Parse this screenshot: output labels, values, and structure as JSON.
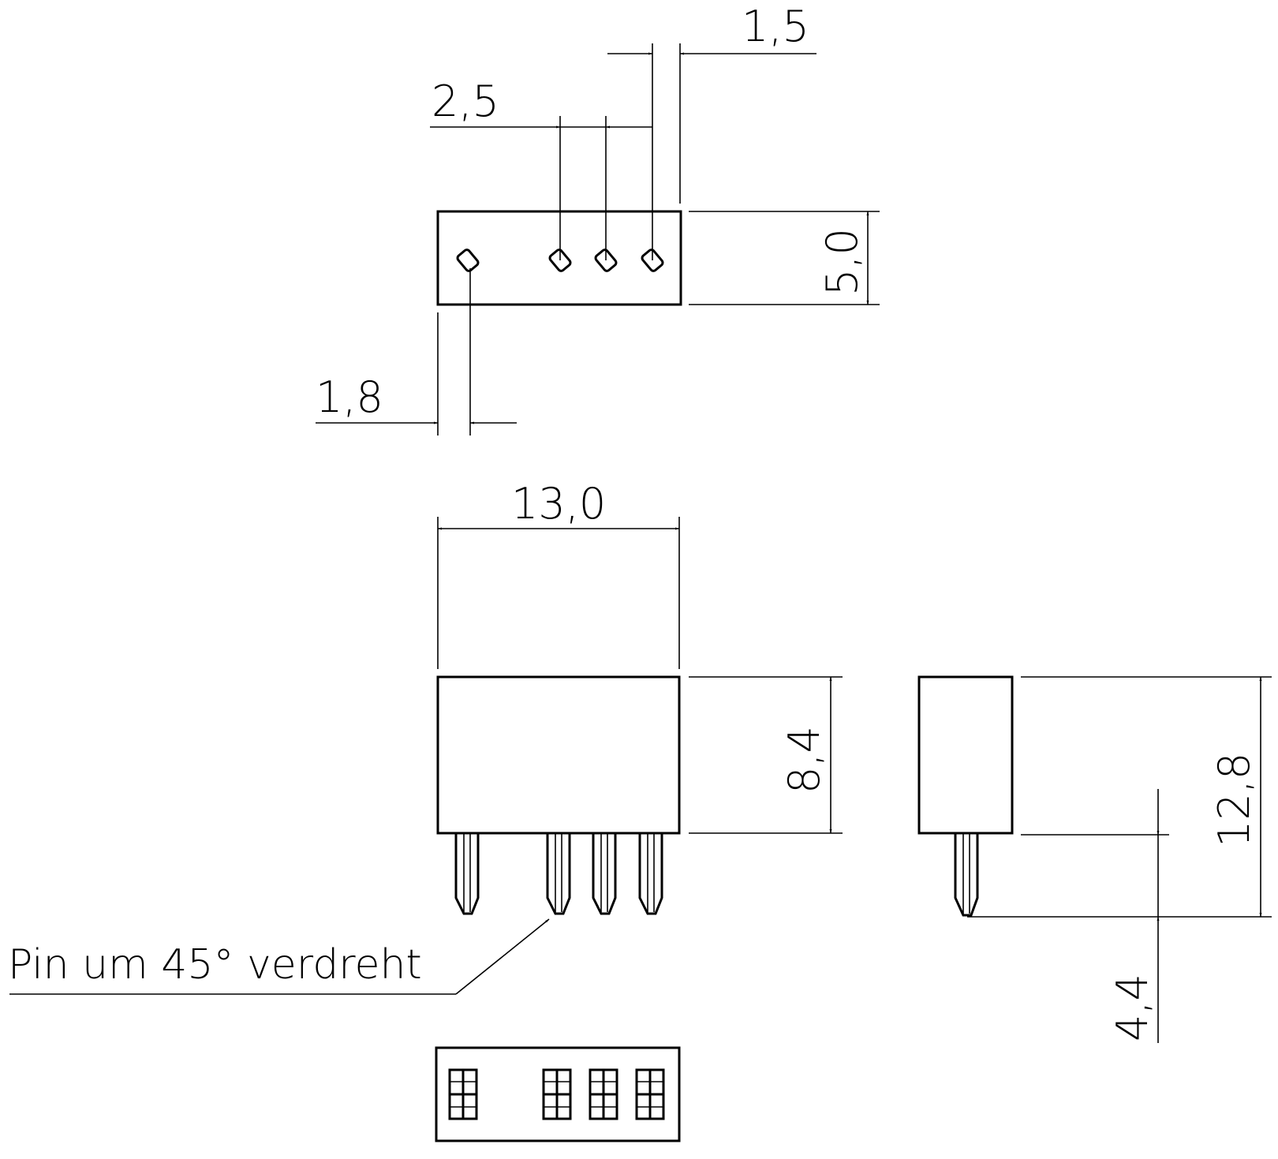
{
  "dimensions": {
    "pin_offset": "1,5",
    "pin_pitch": "2,5",
    "edge_to_pin": "1,8",
    "top_depth": "5,0",
    "length": "13,0",
    "body_height": "8,4",
    "total_height": "12,8",
    "pin_length": "4,4"
  },
  "annotation": {
    "pin_note": "Pin um 45° verdreht"
  },
  "colors": {
    "ink": "#000000",
    "paper": "#ffffff"
  }
}
